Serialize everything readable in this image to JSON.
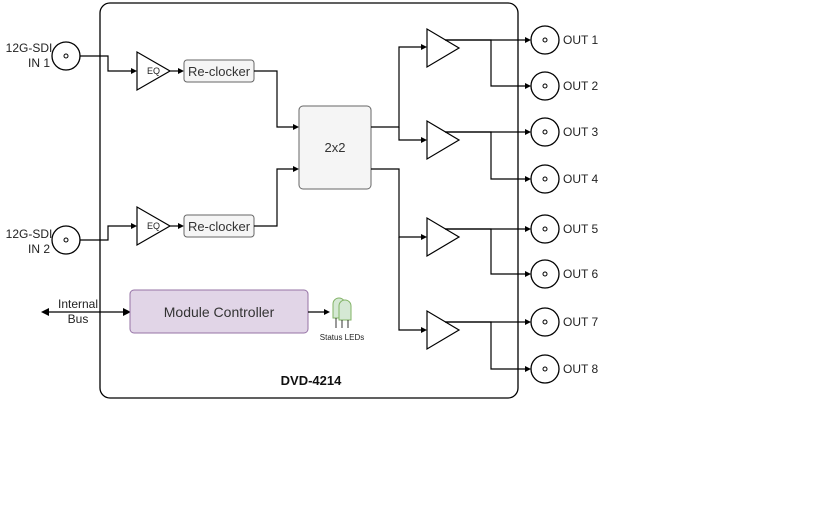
{
  "device": {
    "name": "DVD-4214",
    "inputs": [
      {
        "line1": "12G-SDI",
        "line2": "IN 1"
      },
      {
        "line1": "12G-SDI",
        "line2": "IN 2"
      }
    ],
    "eq_label": "EQ",
    "reclocker_label": "Re-clocker",
    "crosspoint_label": "2x2",
    "controller_label": "Module Controller",
    "bus_label": {
      "line1": "Internal",
      "line2": "Bus"
    },
    "led_label": "Status LEDs",
    "outputs": [
      "OUT 1",
      "OUT 2",
      "OUT 3",
      "OUT 4",
      "OUT 5",
      "OUT 6",
      "OUT 7",
      "OUT 8"
    ]
  },
  "colors": {
    "reclocker_fill": "#f5f5f5",
    "crosspoint_fill": "#f5f5f5",
    "controller_fill": "#e1d5e7",
    "controller_stroke": "#9673a6",
    "led_fill": "#d5e8d4",
    "led_stroke": "#82b366"
  }
}
